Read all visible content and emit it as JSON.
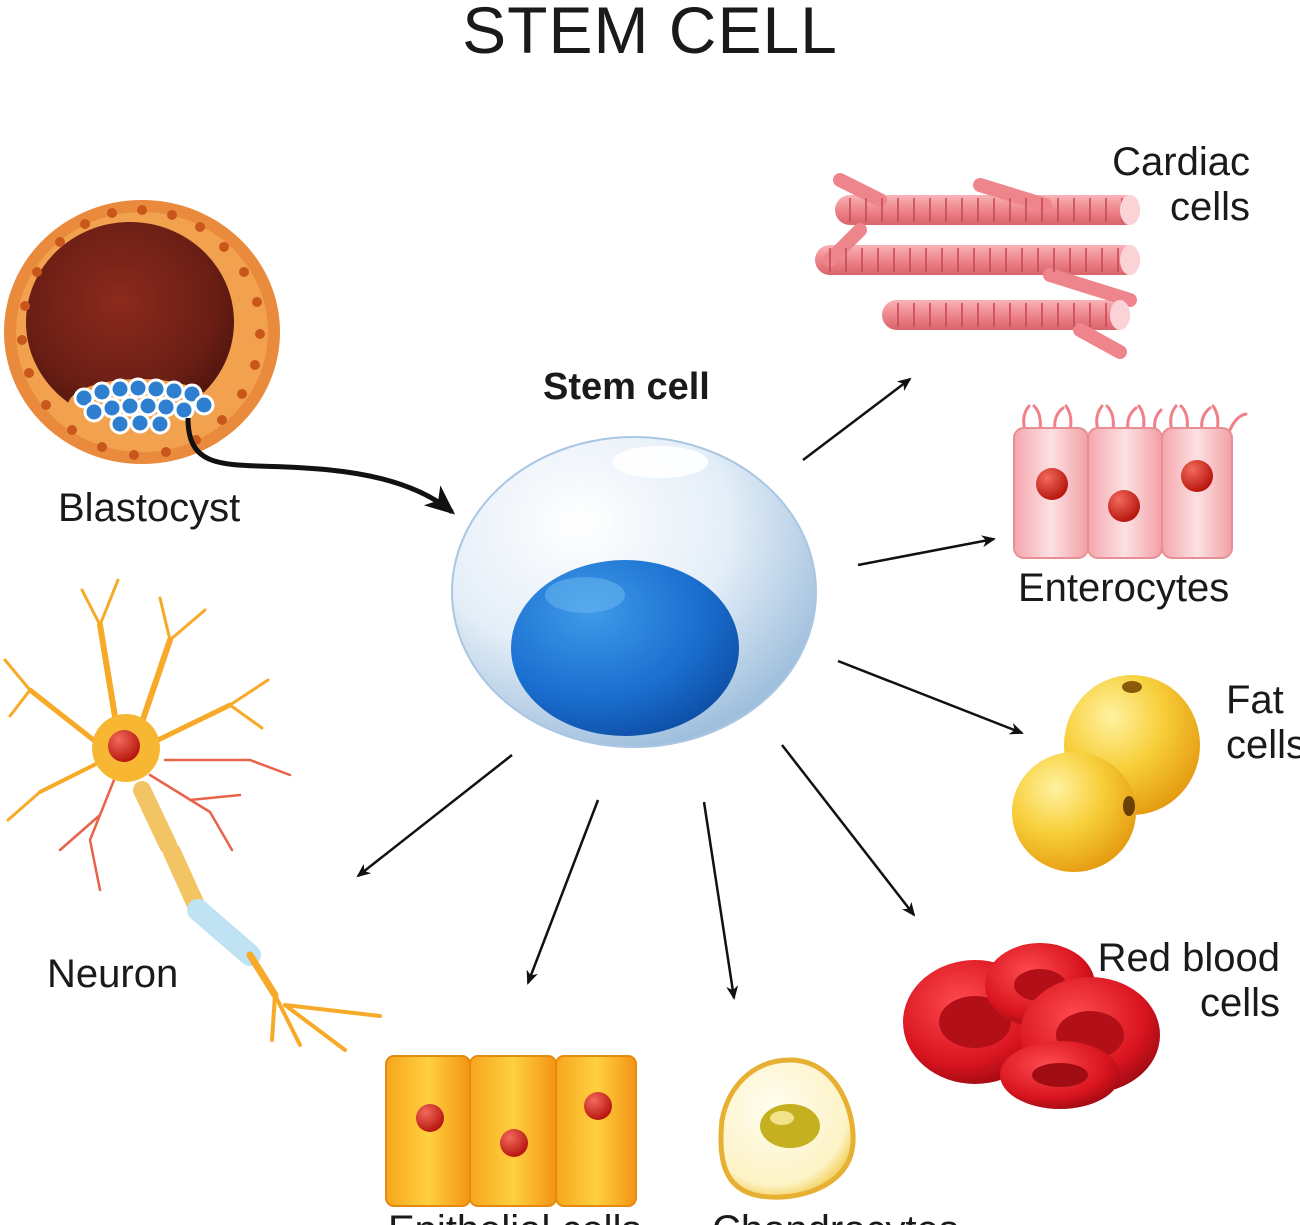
{
  "title": "STEM CELL",
  "center": {
    "label": "Stem cell"
  },
  "source": {
    "label": "Blastocyst"
  },
  "cells": {
    "cardiac": [
      "Cardiac",
      "cells"
    ],
    "enterocytes": "Enterocytes",
    "fat": [
      "Fat",
      "cells"
    ],
    "red_blood": [
      "Red blood",
      "cells"
    ],
    "epithelial": "Epithelial cells",
    "chondrocytes": "Chondrocytes",
    "neuron": "Neuron"
  },
  "colors": {
    "nucleus_blue": "#1a6fd0",
    "cell_membrane": "#c9dff2",
    "cardiac_pink": "#f0888e",
    "entero_pink": "#f8c0c4",
    "fat_yellow": "#f5c531",
    "rbc_red": "#d8141f",
    "epith_orange": "#f7a51c",
    "neuron_orange": "#f7a928",
    "blastocyst_orange": "#e98a3c"
  }
}
